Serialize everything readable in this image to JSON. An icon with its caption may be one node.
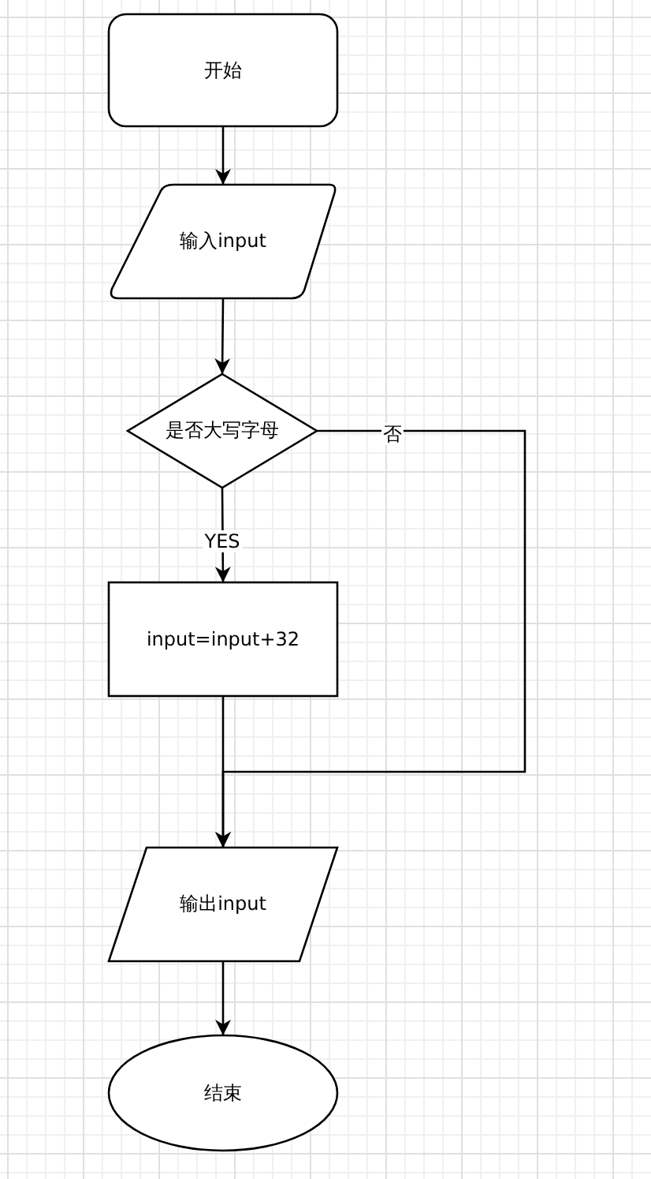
{
  "diagram": {
    "nodes": [
      {
        "text": [
          "开始"
        ]
      },
      {
        "text": [
          "输入input"
        ]
      },
      {
        "text": [
          "是否大写字母"
        ]
      },
      {
        "text": [
          "input=input+32"
        ]
      },
      {
        "text": [
          "输出input"
        ]
      },
      {
        "text": [
          "结束"
        ]
      }
    ],
    "edges": [
      {
        "from": 0,
        "to": 1,
        "arrow": "to"
      },
      {
        "from": 1,
        "to": 2,
        "arrow": "to"
      },
      {
        "from": 2,
        "to": 3,
        "arrow": "to",
        "label": "YES"
      },
      {
        "from": 3,
        "to": 4,
        "arrow": "to"
      },
      {
        "from": 2,
        "to": 4,
        "arrow": "to",
        "label": "否"
      },
      {
        "from": 4,
        "to": 5,
        "arrow": "to"
      }
    ]
  }
}
